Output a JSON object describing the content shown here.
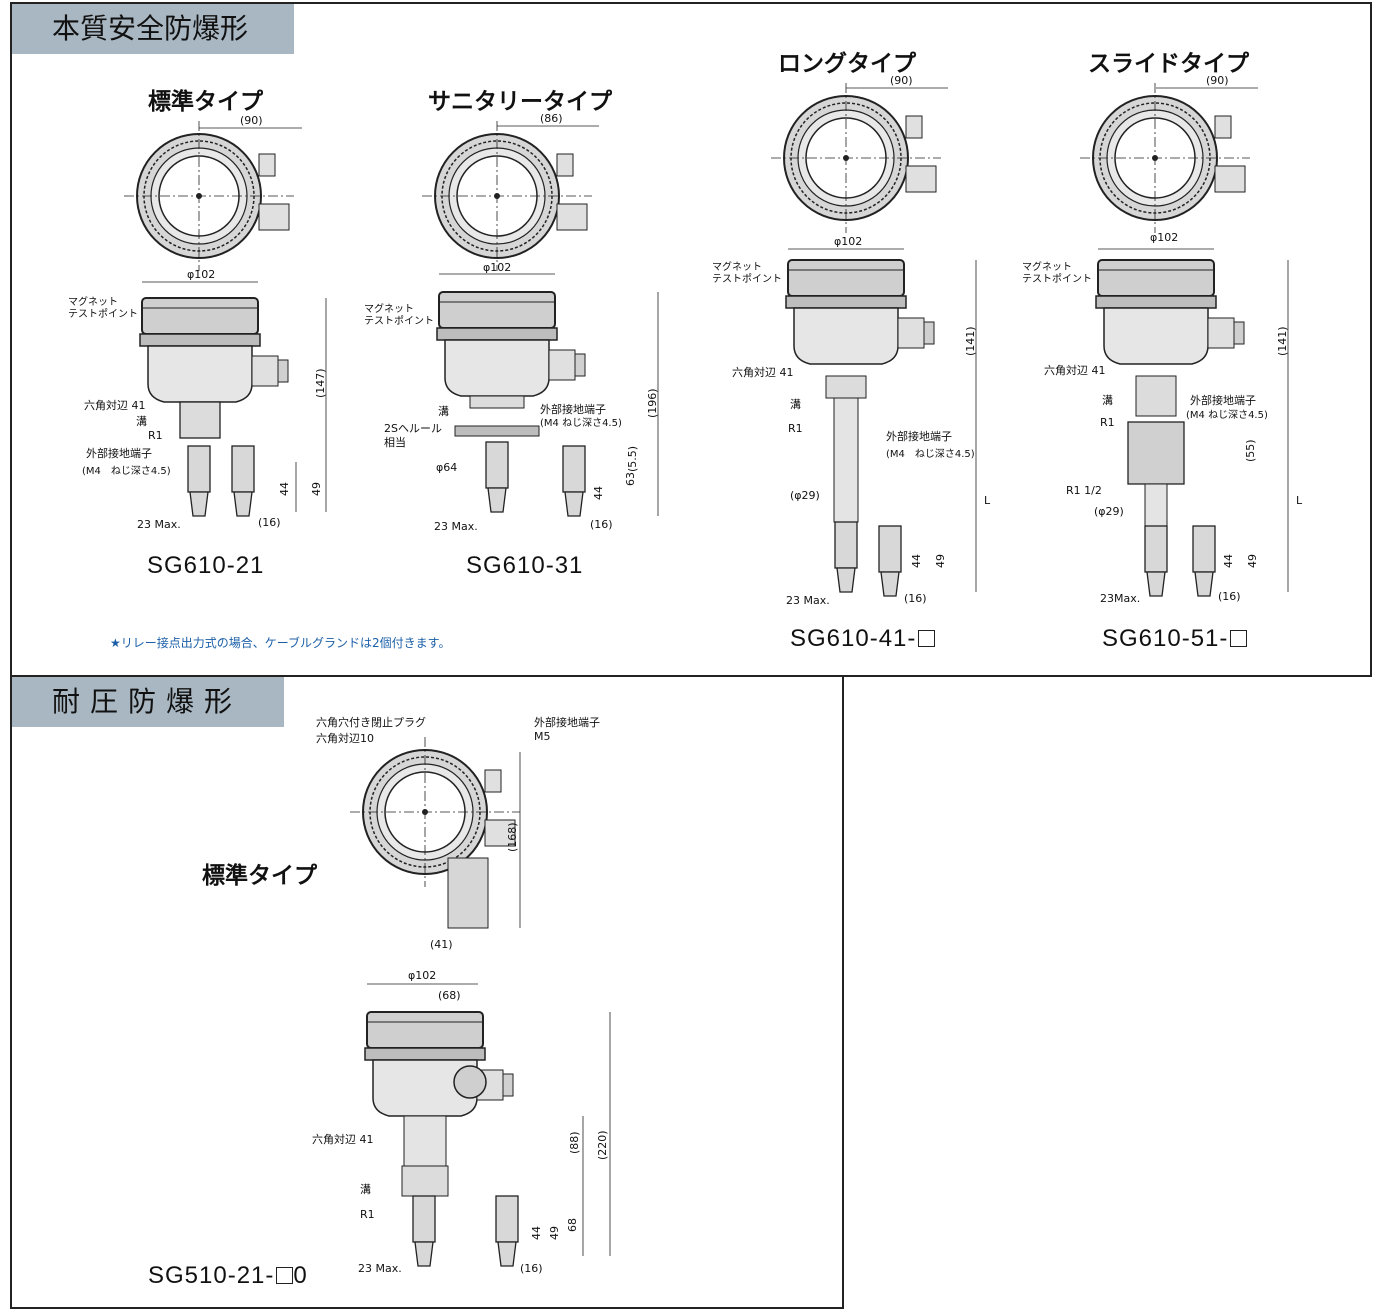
{
  "sections": {
    "intrinsic": {
      "title": "本質安全防爆形",
      "note": "★リレー接点出力式の場合、ケーブルグランドは2個付きます。",
      "variants": [
        {
          "type": "標準タイプ",
          "model": "SG610-21",
          "dims": {
            "width_top": "(90)",
            "dia": "φ102",
            "height": "(147)",
            "probe_a": "44",
            "probe_b": "49",
            "bottom": "23 Max.",
            "spacing": "(16)"
          },
          "labels": {
            "magnet": "マグネット",
            "test_point": "テストポイント",
            "hex": "六角対辺 41",
            "groove": "溝",
            "thread": "R1",
            "ground": "外部接地端子",
            "ground_spec": "(M4　ねじ深さ4.5)"
          }
        },
        {
          "type": "サニタリータイプ",
          "model": "SG610-31",
          "dims": {
            "width_top": "(86)",
            "dia": "φ102",
            "height": "(196)",
            "probe_a": "44",
            "probe_b": "63",
            "ferrule_gap": "(5.5)",
            "flange": "φ64",
            "bottom": "23 Max.",
            "spacing": "(16)"
          },
          "labels": {
            "magnet": "マグネット",
            "test_point": "テストポイント",
            "groove": "溝",
            "ferrule": "2Sヘルール",
            "ferrule2": "相当",
            "ground": "外部接地端子",
            "ground_spec": "(M4 ねじ深さ4.5)"
          }
        },
        {
          "type": "ロングタイプ",
          "model": "SG610-41-",
          "dims": {
            "width_top": "(90)",
            "dia": "φ102",
            "height": "(141)",
            "pipe": "(φ29)",
            "length": "L",
            "probe_a": "44",
            "probe_b": "49",
            "bottom": "23 Max.",
            "spacing": "(16)"
          },
          "labels": {
            "magnet": "マグネット",
            "test_point": "テストポイント",
            "hex": "六角対辺 41",
            "groove": "溝",
            "thread": "R1",
            "ground": "外部接地端子",
            "ground_spec": "(M4　ねじ深さ4.5)"
          }
        },
        {
          "type": "スライドタイプ",
          "model": "SG610-51-",
          "dims": {
            "width_top": "(90)",
            "dia": "φ102",
            "height": "(141)",
            "slide": "(55)",
            "pipe": "(φ29)",
            "length": "L",
            "probe_a": "44",
            "probe_b": "49",
            "bottom": "23Max.",
            "spacing": "(16)"
          },
          "labels": {
            "magnet": "マグネット",
            "test_point": "テストポイント",
            "hex": "六角対辺 41",
            "groove": "溝",
            "thread": "R1",
            "thread2": "R1 1/2",
            "ground": "外部接地端子",
            "ground_spec": "(M4 ねじ深さ4.5)"
          }
        }
      ]
    },
    "flameproof": {
      "title": "耐圧防爆形",
      "type": "標準タイプ",
      "model": "SG510-21-",
      "model_suffix": "0",
      "dims": {
        "height_top": "(168)",
        "width_top": "(41)",
        "dia": "φ102",
        "offset": "(68)",
        "body": "(88)",
        "total": "(220)",
        "probe_a": "44",
        "probe_b": "49",
        "probe_c": "68",
        "bottom": "23 Max.",
        "spacing": "(16)"
      },
      "labels": {
        "plug": "六角穴付き閉止プラグ",
        "plug_hex": "六角対辺10",
        "ground": "外部接地端子",
        "ground_spec": "M5",
        "hex": "六角対辺 41",
        "groove": "溝",
        "thread": "R1"
      }
    }
  },
  "colors": {
    "title_bg": "#a9b7c2",
    "note": "#1b5fa8",
    "line": "#222222"
  }
}
